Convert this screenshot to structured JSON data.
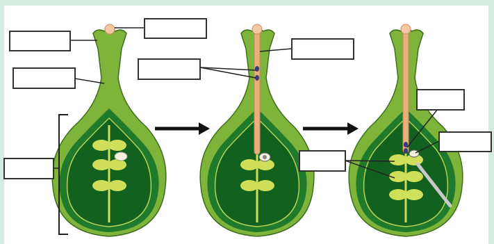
{
  "diagram": {
    "kind": "pistil fertilization sequence (blank labels)",
    "colors": {
      "frame": "#d3ecdf",
      "pistil_outer": "#7fb43a",
      "pistil_dark": "#1f7a2c",
      "ovary_inner": "#12611f",
      "ovule": "#cfdf5a",
      "pollen_tube": "#e9b07a",
      "arrow": "#111111",
      "label_box_fill": "#ffffff",
      "label_box_stroke": "#333333"
    },
    "stages": [
      {
        "name": "stage-1"
      },
      {
        "name": "stage-2"
      },
      {
        "name": "stage-3"
      }
    ],
    "label_boxes": [
      {
        "name": "label-pollen-grain",
        "text": ""
      },
      {
        "name": "label-stigma",
        "text": ""
      },
      {
        "name": "label-style",
        "text": ""
      },
      {
        "name": "label-ovary",
        "text": ""
      },
      {
        "name": "label-pollen-tube",
        "text": ""
      },
      {
        "name": "label-sperm-cells",
        "text": ""
      },
      {
        "name": "label-micropyle",
        "text": ""
      },
      {
        "name": "label-egg",
        "text": ""
      },
      {
        "name": "label-ovules",
        "text": ""
      }
    ]
  }
}
